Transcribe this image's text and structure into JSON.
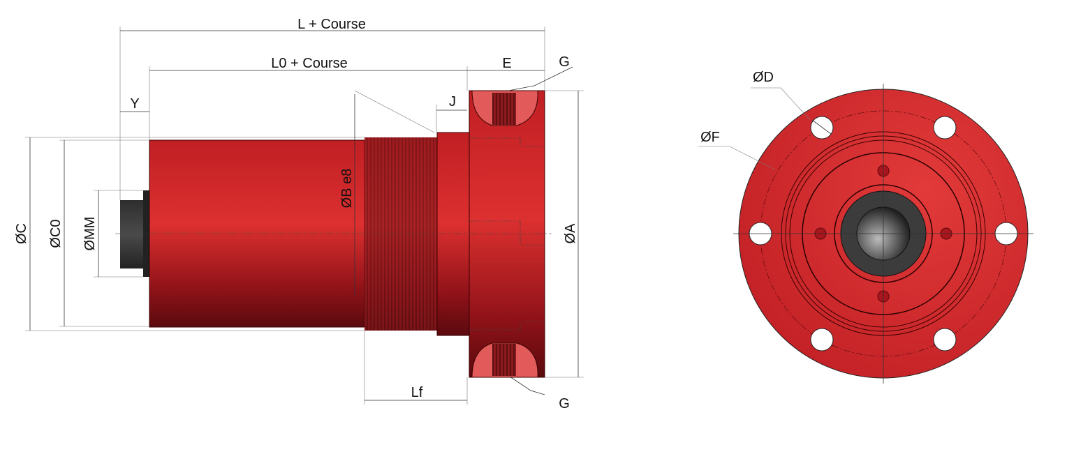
{
  "labels": {
    "L_course": "L + Course",
    "L0_course": "L0 + Course",
    "E": "E",
    "G_top": "G",
    "G_bottom": "G",
    "Y": "Y",
    "J": "J",
    "C": "ØC",
    "C0": "ØC0",
    "MM": "ØMM",
    "B": "ØB e8",
    "A": "ØA",
    "Lf": "Lf",
    "D": "ØD",
    "F": "ØF"
  },
  "colors": {
    "body": "#c8202a",
    "rod": "#3a3a3a"
  }
}
